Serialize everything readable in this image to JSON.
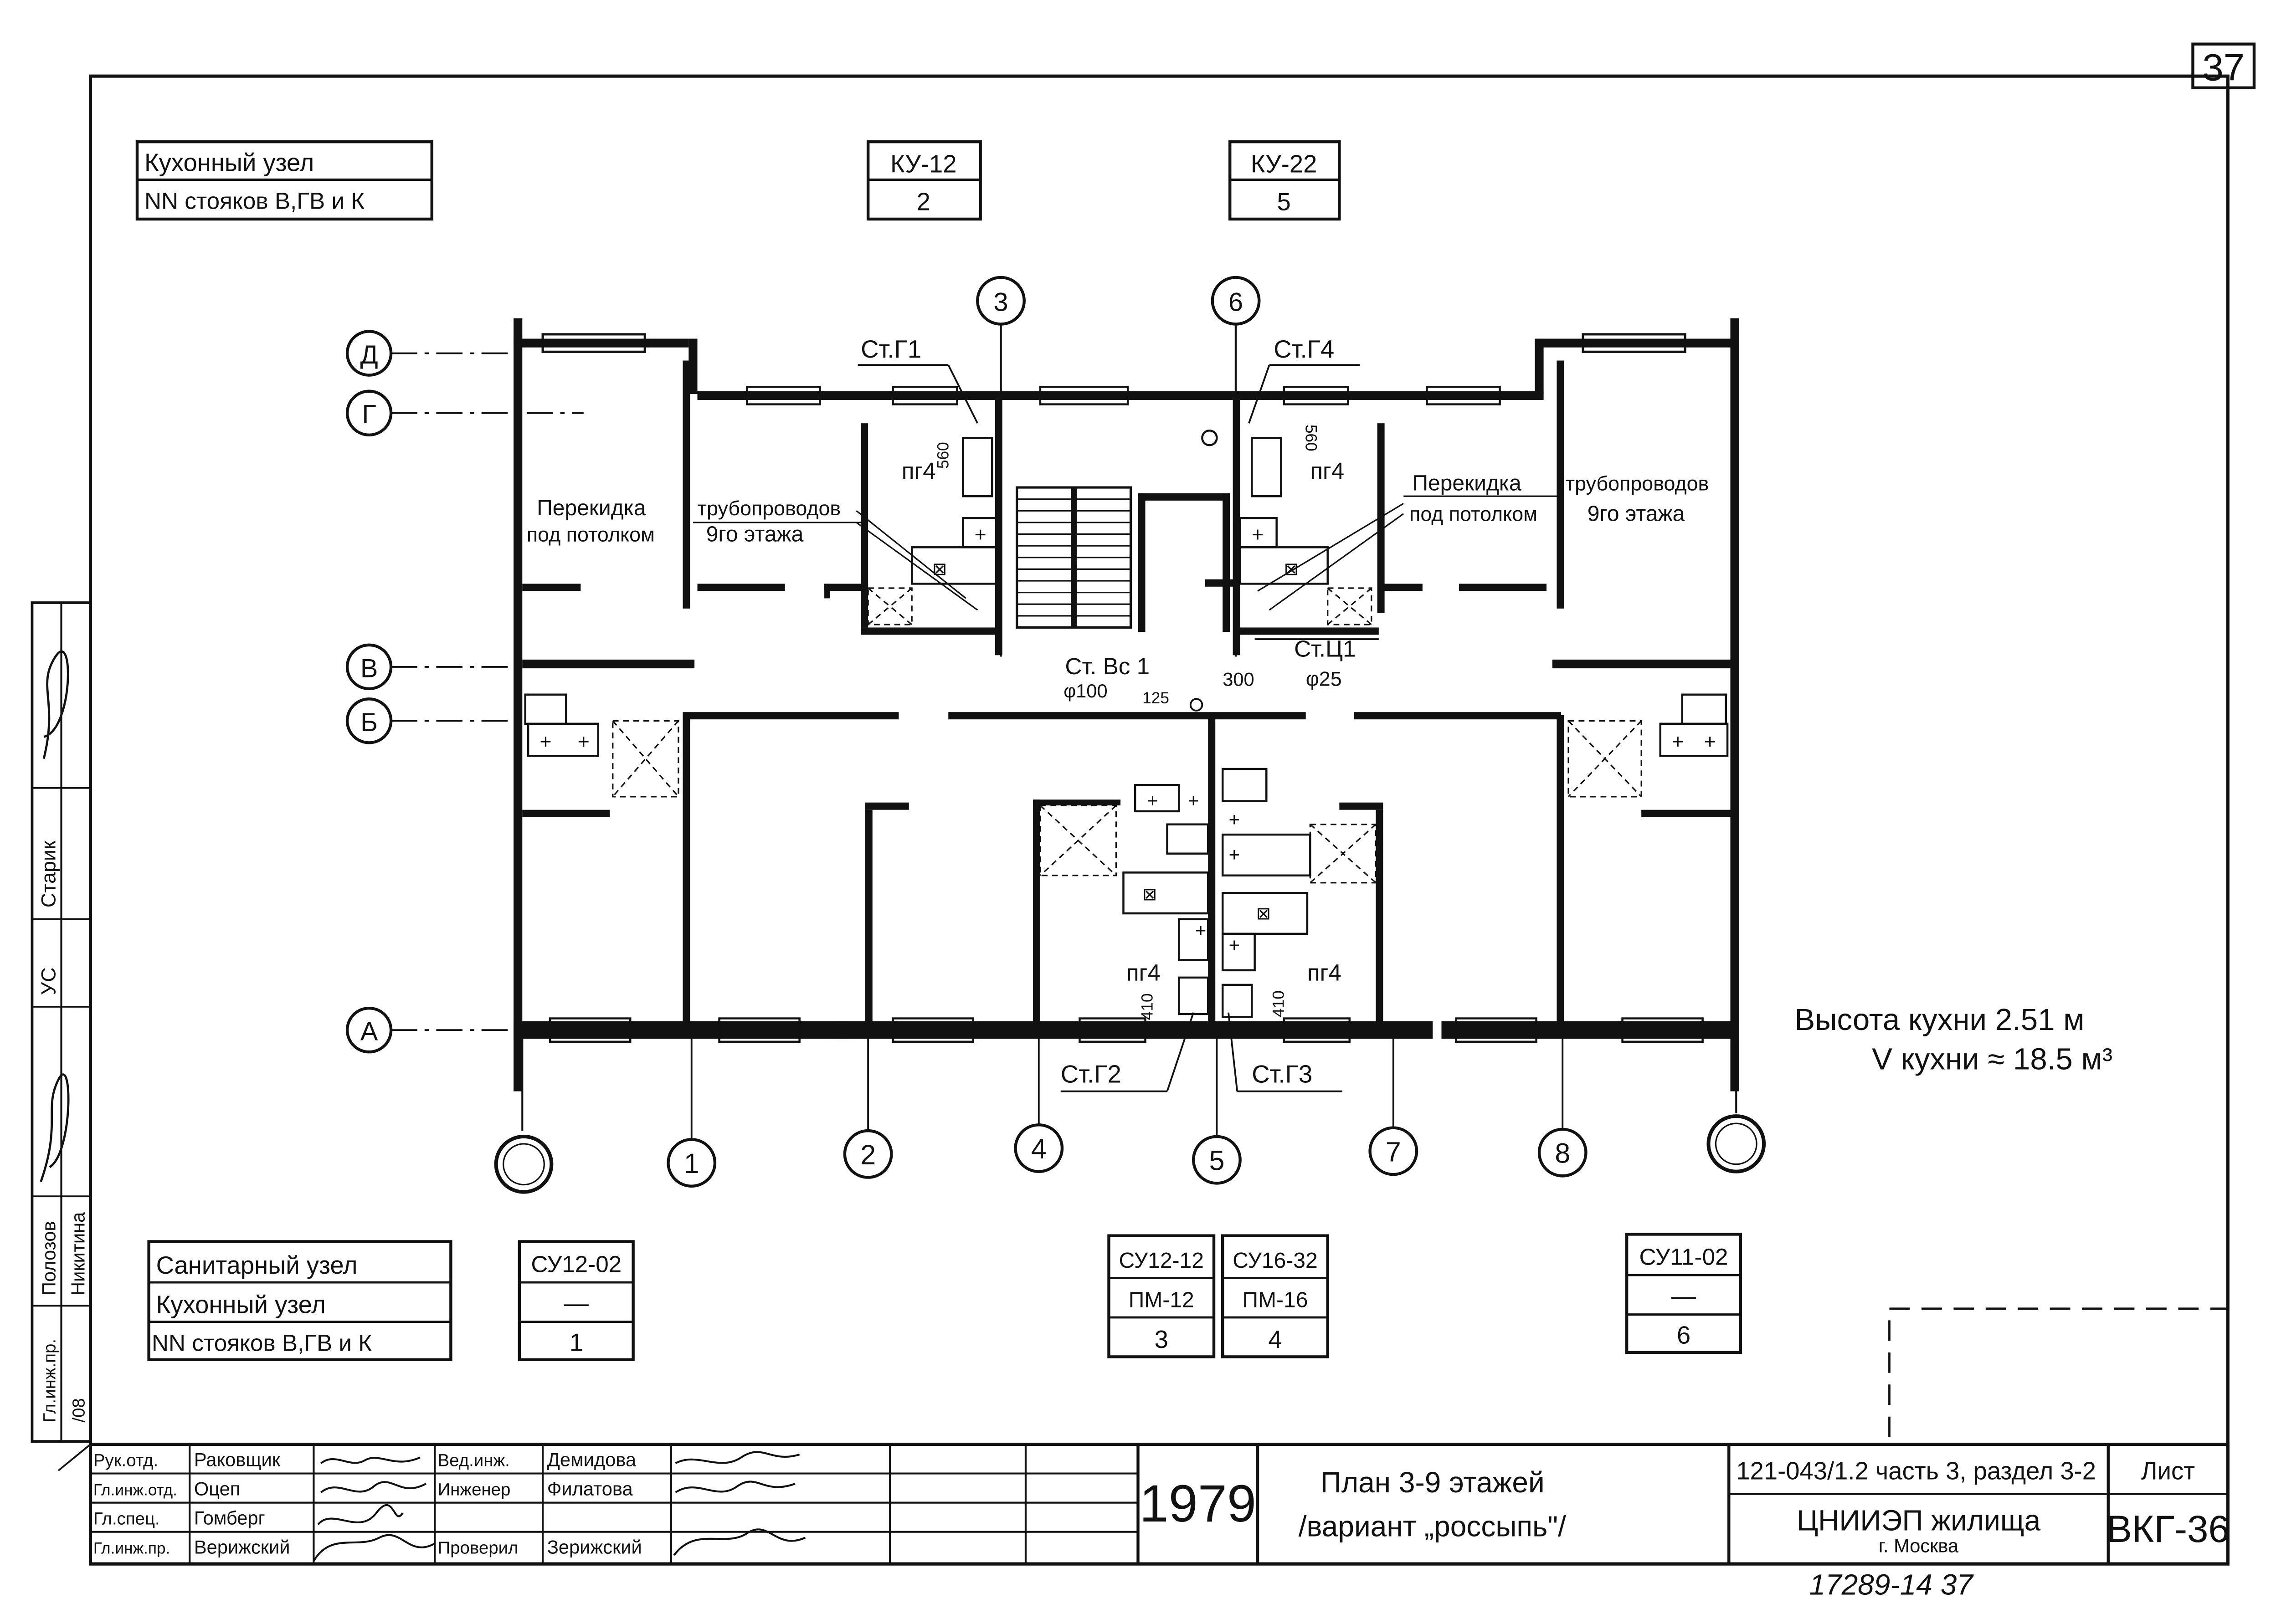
{
  "sheet_number": "37",
  "kitchen_table": {
    "row1_label": "Кухонный   узел",
    "row2_label": "NN стояков В,ГВ и К",
    "units": [
      {
        "code": "КУ-12",
        "num": "2"
      },
      {
        "code": "КУ-22",
        "num": "5"
      }
    ]
  },
  "axes": {
    "rows": [
      "Д",
      "Г",
      "В",
      "Б",
      "А"
    ],
    "cols": [
      "1",
      "2",
      "4",
      "5",
      "7",
      "8"
    ],
    "top_cols": [
      "3",
      "6"
    ]
  },
  "annotations": {
    "riser_g1": "Ст.Г1",
    "riser_g4": "Ст.Г4",
    "riser_g2": "Ст.Г2",
    "riser_g3": "Ст.Г3",
    "riser_bc1": "Ст. Вс 1",
    "riser_c1": "Ст.Ц1",
    "dim_560": "560",
    "dim_410": "410",
    "dim_125": "125",
    "dim_300": "300",
    "phi_100": "φ100",
    "phi_25": "φ25",
    "pg4": "пг4",
    "left_note_1": "Перекидка",
    "left_note_2": "трубопроводов",
    "left_note_3": "под потолком",
    "left_note_4": "9го этажа",
    "right_note_1": "Перекидка",
    "right_note_2": "трубопроводов",
    "right_note_3": "под потолком",
    "right_note_4": "9го этажа"
  },
  "kitchen_info": {
    "height": "Высота   кухни   2.51 м",
    "volume": "V кухни   ≈  18.5  м³"
  },
  "sanitary_table": {
    "row1_label": "Санитарный   узел",
    "row2_label": "Кухонный   узел",
    "row3_label": "NN стояков  В,ГВ и К",
    "units": [
      {
        "sanitary": "СУ12-02",
        "kitchen": "—",
        "num": "1"
      },
      {
        "sanitary": "СУ12-12",
        "kitchen": "ПМ-12",
        "num": "3"
      },
      {
        "sanitary": "СУ16-32",
        "kitchen": "ПМ-16",
        "num": "4"
      },
      {
        "sanitary": "СУ11-02",
        "kitchen": "—",
        "num": "6"
      }
    ]
  },
  "side_stamp": {
    "names": [
      "Полозов",
      "Никитина"
    ],
    "roles": [
      "Гл.инж.пр.",
      "/08"
    ],
    "others": [
      "УС",
      "Старик"
    ]
  },
  "title_block": {
    "staff": [
      {
        "role": "Рук.отд.",
        "name": "Раковщик"
      },
      {
        "role": "Гл.инж.отд.",
        "name": "Оцеп"
      },
      {
        "role": "Гл.спец.",
        "name": "Гомберг"
      },
      {
        "role": "Гл.инж.пр.",
        "name": "Верижский"
      }
    ],
    "staff2": [
      {
        "role": "Вед.инж.",
        "name": "Демидова"
      },
      {
        "role": "Инженер",
        "name": "Филатова"
      },
      {
        "role": "Проверил",
        "name": "Зерижский"
      }
    ],
    "year": "1979",
    "title_line1": "План  3-9  этажей",
    "title_line2": "/вариант  „россыпь\"/",
    "project": "121-043/1.2 часть 3, раздел 3-2",
    "org_line1": "ЦНИИЭП жилища",
    "org_line2": "г. Москва",
    "sheet_label": "Лист",
    "sheet_code": "ВКГ-36",
    "archive": "17289-14   37"
  }
}
